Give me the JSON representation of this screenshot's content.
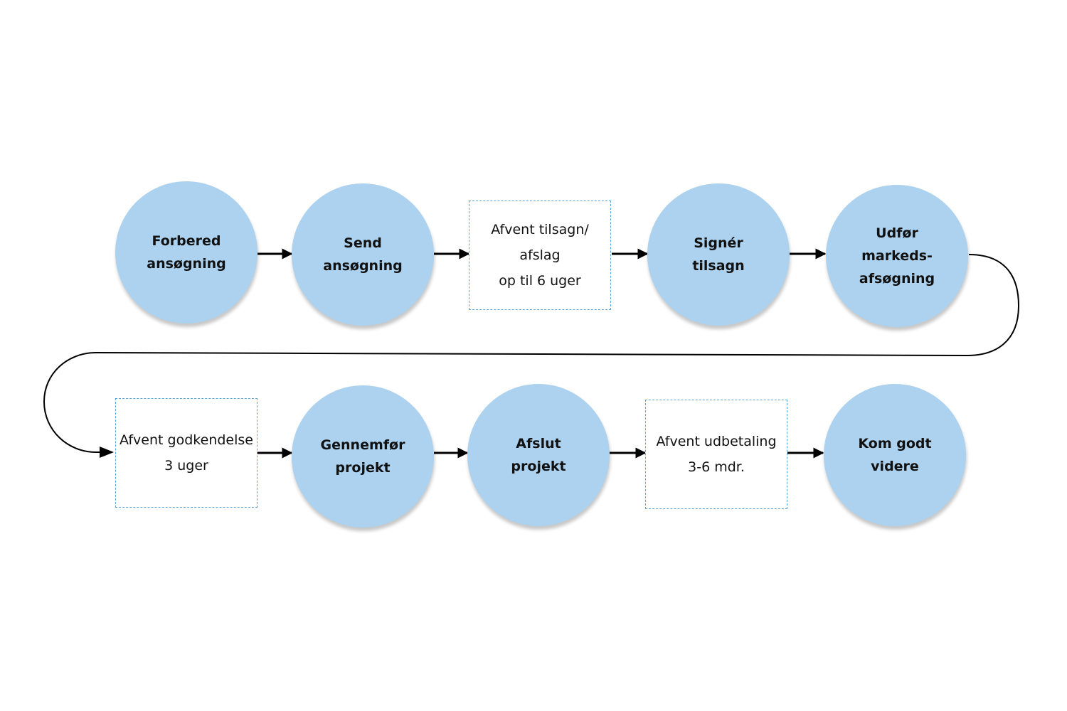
{
  "diagram": {
    "row1": [
      {
        "shape": "circle",
        "lines": [
          "Forbered",
          "ansøgning"
        ]
      },
      {
        "shape": "circle",
        "lines": [
          "Send",
          "ansøgning"
        ]
      },
      {
        "shape": "box",
        "lines": [
          "Afvent tilsagn/",
          "afslag",
          "op til 6 uger"
        ]
      },
      {
        "shape": "circle",
        "lines": [
          "Signér",
          "tilsagn"
        ]
      },
      {
        "shape": "circle",
        "lines": [
          "Udfør",
          "markeds-",
          "afsøgning"
        ]
      }
    ],
    "row2": [
      {
        "shape": "box",
        "lines": [
          "Afvent godkendelse",
          "3 uger"
        ]
      },
      {
        "shape": "circle",
        "lines": [
          "Gennemfør",
          "projekt"
        ]
      },
      {
        "shape": "circle",
        "lines": [
          "Afslut",
          "projekt"
        ]
      },
      {
        "shape": "box",
        "lines": [
          "Afvent udbetaling",
          "3-6 mdr."
        ]
      },
      {
        "shape": "circle",
        "lines": [
          "Kom godt",
          "videre"
        ]
      }
    ],
    "colors": {
      "circle_fill": "#acd2ef",
      "box_border": "#5aa5d6",
      "connector": "#000000"
    }
  }
}
